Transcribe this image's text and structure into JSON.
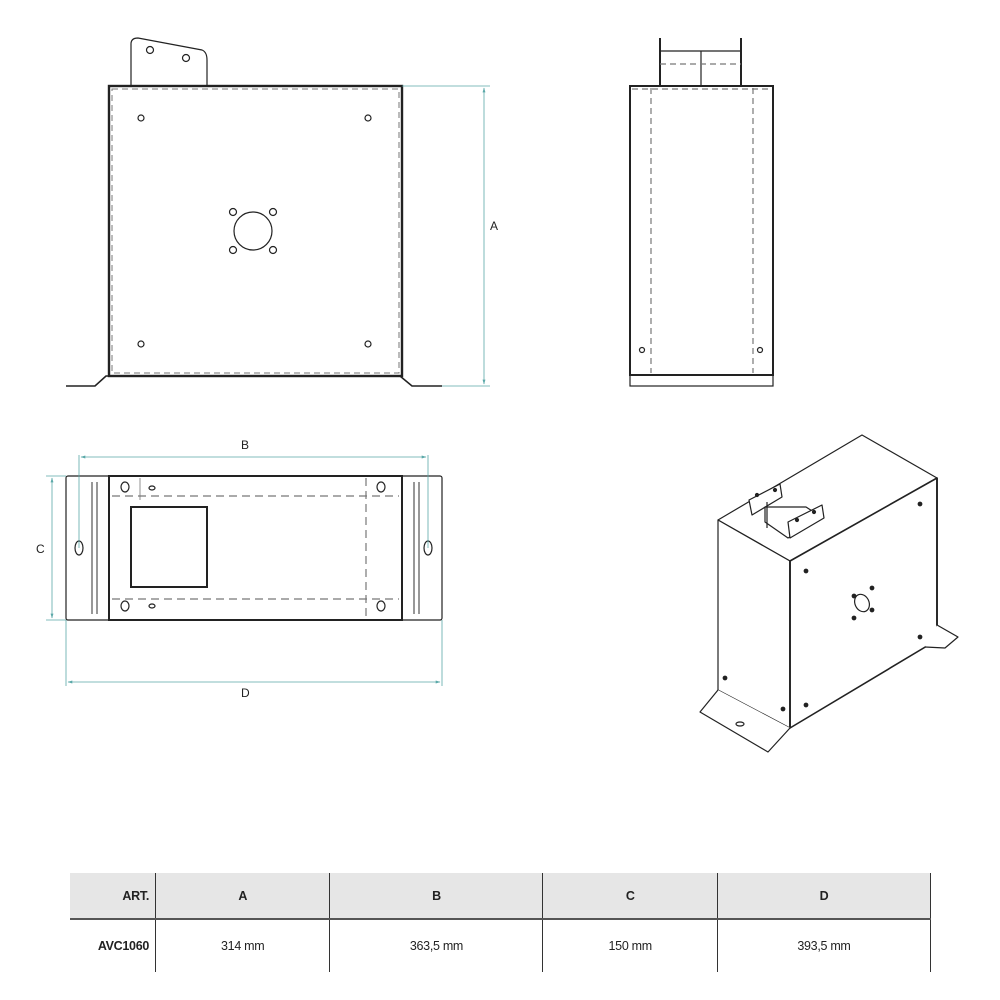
{
  "drawing": {
    "views": [
      "front-view",
      "side-view",
      "top-view",
      "isometric-view"
    ],
    "dimension_labels": {
      "A": "A",
      "B": "B",
      "C": "C",
      "D": "D"
    },
    "dimension_line_color": "#5aa8a8",
    "line_color": "#222222"
  },
  "table": {
    "headers": [
      "ART.",
      "A",
      "B",
      "C",
      "D"
    ],
    "rows": [
      [
        "AVC1060",
        "314 mm",
        "363,5 mm",
        "150 mm",
        "393,5 mm"
      ]
    ],
    "header_bg": "#e6e6e6"
  }
}
